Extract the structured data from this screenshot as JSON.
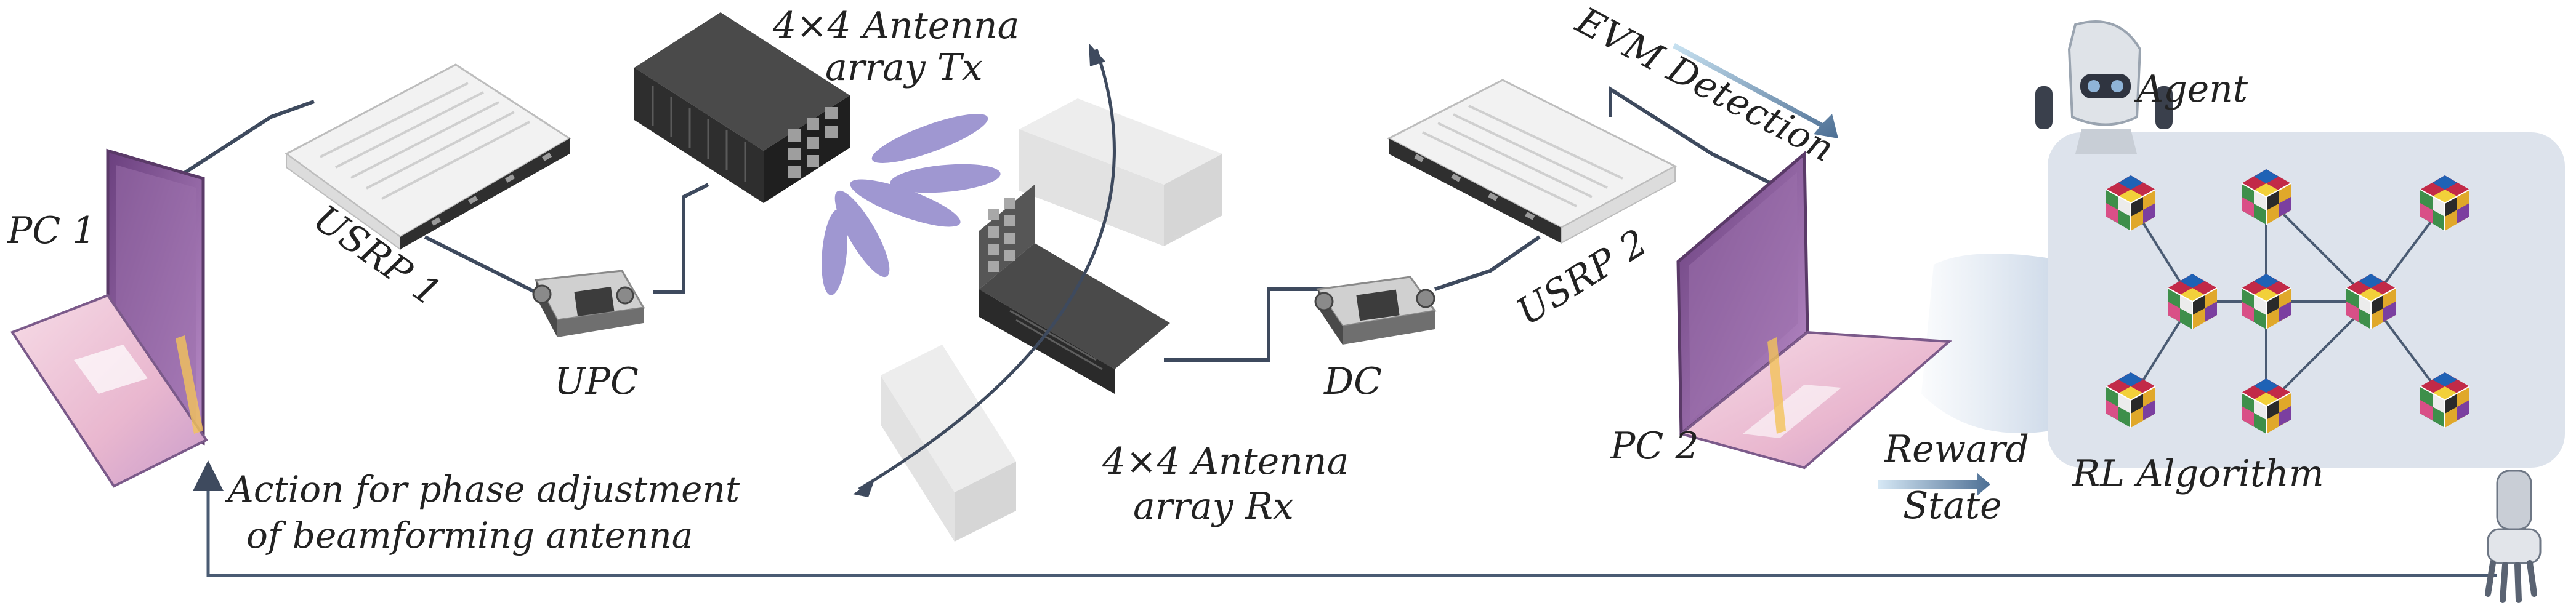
{
  "labels": {
    "pc1": "PC 1",
    "pc2": "PC 2",
    "usrp1": "USRP 1",
    "usrp2": "USRP 2",
    "upc": "UPC",
    "dc": "DC",
    "tx_line1": "4×4 Antenna",
    "tx_line2": "array Tx",
    "rx_line1": "4×4 Antenna",
    "rx_line2": "array Rx",
    "evm": "EVM Detection",
    "agent": "Agent",
    "rl": "RL Algorithm",
    "reward": "Reward",
    "state": "State",
    "action_line1": "Action for phase adjustment",
    "action_line2": "of beamforming antenna"
  },
  "colors": {
    "wire": "#3e4a5e",
    "laptop_frame": "#7a5a86",
    "laptop_screen": "#8e5e9c",
    "laptop_keyboard": "#e8c6da",
    "rl_panel": "#dde3ec",
    "box_dark": "#2e2e2e",
    "box_light": "#d8d8d8",
    "lobe": "#8f86c9"
  },
  "icons": [
    "laptop-icon",
    "usrp-device-icon",
    "converter-icon",
    "antenna-array-icon",
    "robot-agent-icon",
    "rubiks-cube-node-icon",
    "robot-hand-icon"
  ]
}
